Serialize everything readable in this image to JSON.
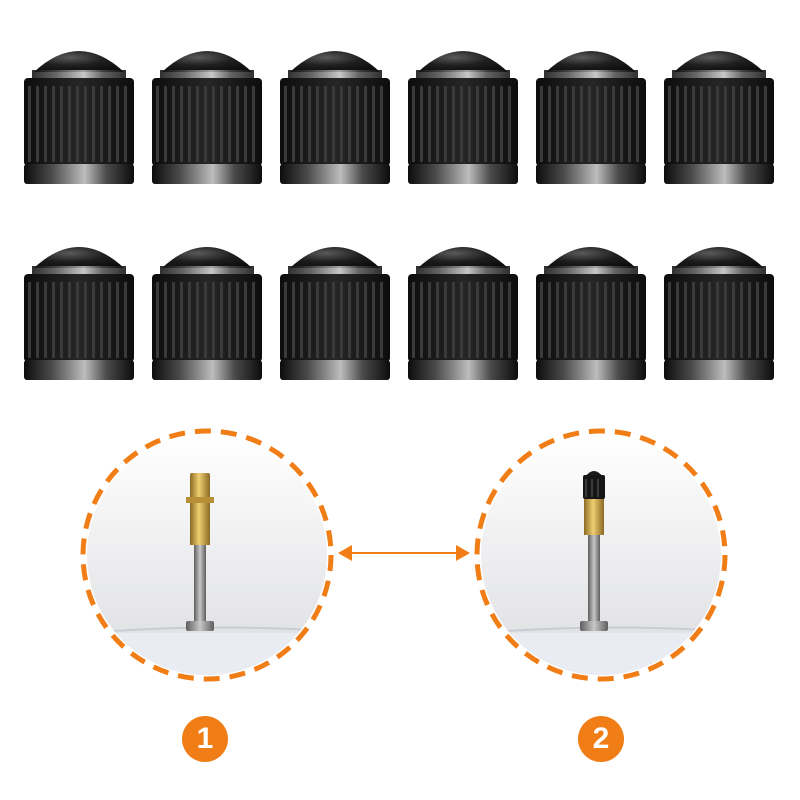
{
  "image": {
    "description_type": "product-photo",
    "colors": {
      "accent": "#f07d16",
      "cap": "#141414",
      "brass": "#c9a24a",
      "steel": "#8a8a8a",
      "background": "#ffffff"
    },
    "cap_count": 12,
    "cap_rows": 2,
    "cap_columns": 6
  },
  "comparison": {
    "arrow_icon": "double-arrow-icon",
    "steps": [
      {
        "number": "1",
        "variant": "valve-uncapped"
      },
      {
        "number": "2",
        "variant": "valve-capped"
      }
    ]
  }
}
